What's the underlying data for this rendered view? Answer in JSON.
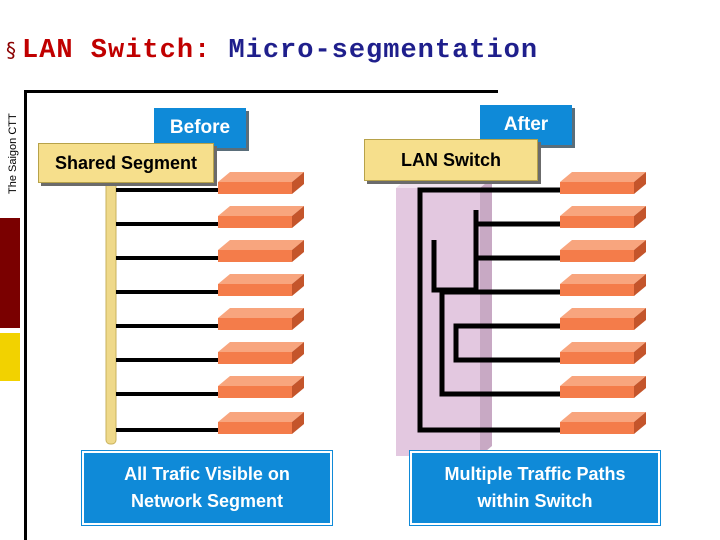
{
  "title": {
    "bullet": "§",
    "part1": "LAN Switch:",
    "part2": "Micro-segmentation"
  },
  "side_label": "The Saigon CTT",
  "before": {
    "tag": "Before",
    "segment_label": "Shared Segment",
    "caption_line1": "All Trafic Visible on",
    "caption_line2": "Network Segment"
  },
  "after": {
    "tag": "After",
    "switch_label": "LAN Switch",
    "caption_line1": "Multiple Traffic Paths",
    "caption_line2": "within Switch"
  },
  "colors": {
    "accent_blue": "#0f8ad8",
    "label_yellow": "#f6df8c",
    "device_orange": "#f47c4a",
    "switch_purple": "#e3c8e0",
    "segment_bar": "#efd98a",
    "title_red": "#c00000",
    "title_navy": "#1f1f8c"
  },
  "icons": [
    "network-device-stack-icon",
    "shared-bus-icon",
    "switch-paths-icon"
  ]
}
